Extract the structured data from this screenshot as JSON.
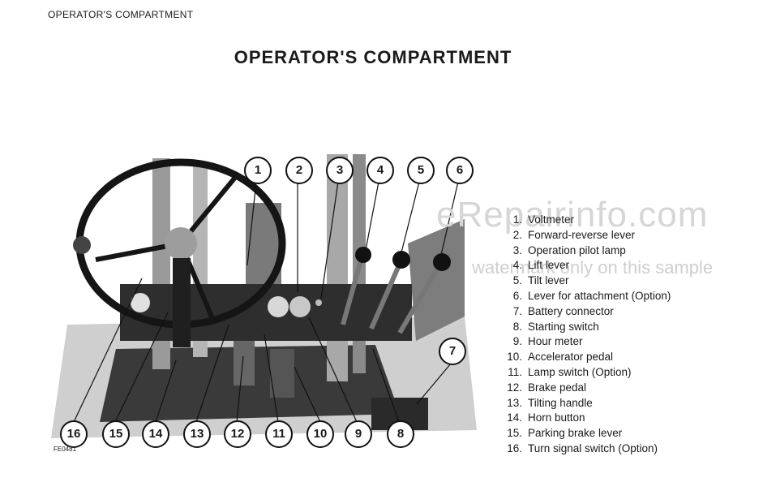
{
  "header": {
    "section": "OPERATOR'S COMPARTMENT"
  },
  "title": "OPERATOR'S COMPARTMENT",
  "watermark": {
    "site": "eRepairinfo.com",
    "note": "watermark only on this sample"
  },
  "figure_code": "FE0481",
  "callouts": [
    "1",
    "2",
    "3",
    "4",
    "5",
    "6",
    "7",
    "8",
    "9",
    "10",
    "11",
    "12",
    "13",
    "14",
    "15",
    "16"
  ],
  "legend": [
    {
      "num": "1.",
      "label": "Voltmeter"
    },
    {
      "num": "2.",
      "label": "Forward-reverse lever"
    },
    {
      "num": "3.",
      "label": "Operation pilot lamp"
    },
    {
      "num": "4.",
      "label": "Lift lever"
    },
    {
      "num": "5.",
      "label": "Tilt lever"
    },
    {
      "num": "6.",
      "label": "Lever for attachment (Option)"
    },
    {
      "num": "7.",
      "label": "Battery connector"
    },
    {
      "num": "8.",
      "label": "Starting switch"
    },
    {
      "num": "9.",
      "label": "Hour meter"
    },
    {
      "num": "10.",
      "label": "Accelerator pedal"
    },
    {
      "num": "11.",
      "label": "Lamp switch (Option)"
    },
    {
      "num": "12.",
      "label": "Brake pedal"
    },
    {
      "num": "13.",
      "label": "Tilting handle"
    },
    {
      "num": "14.",
      "label": "Horn button"
    },
    {
      "num": "15.",
      "label": "Parking brake lever"
    },
    {
      "num": "16.",
      "label": "Turn signal switch (Option)"
    }
  ]
}
